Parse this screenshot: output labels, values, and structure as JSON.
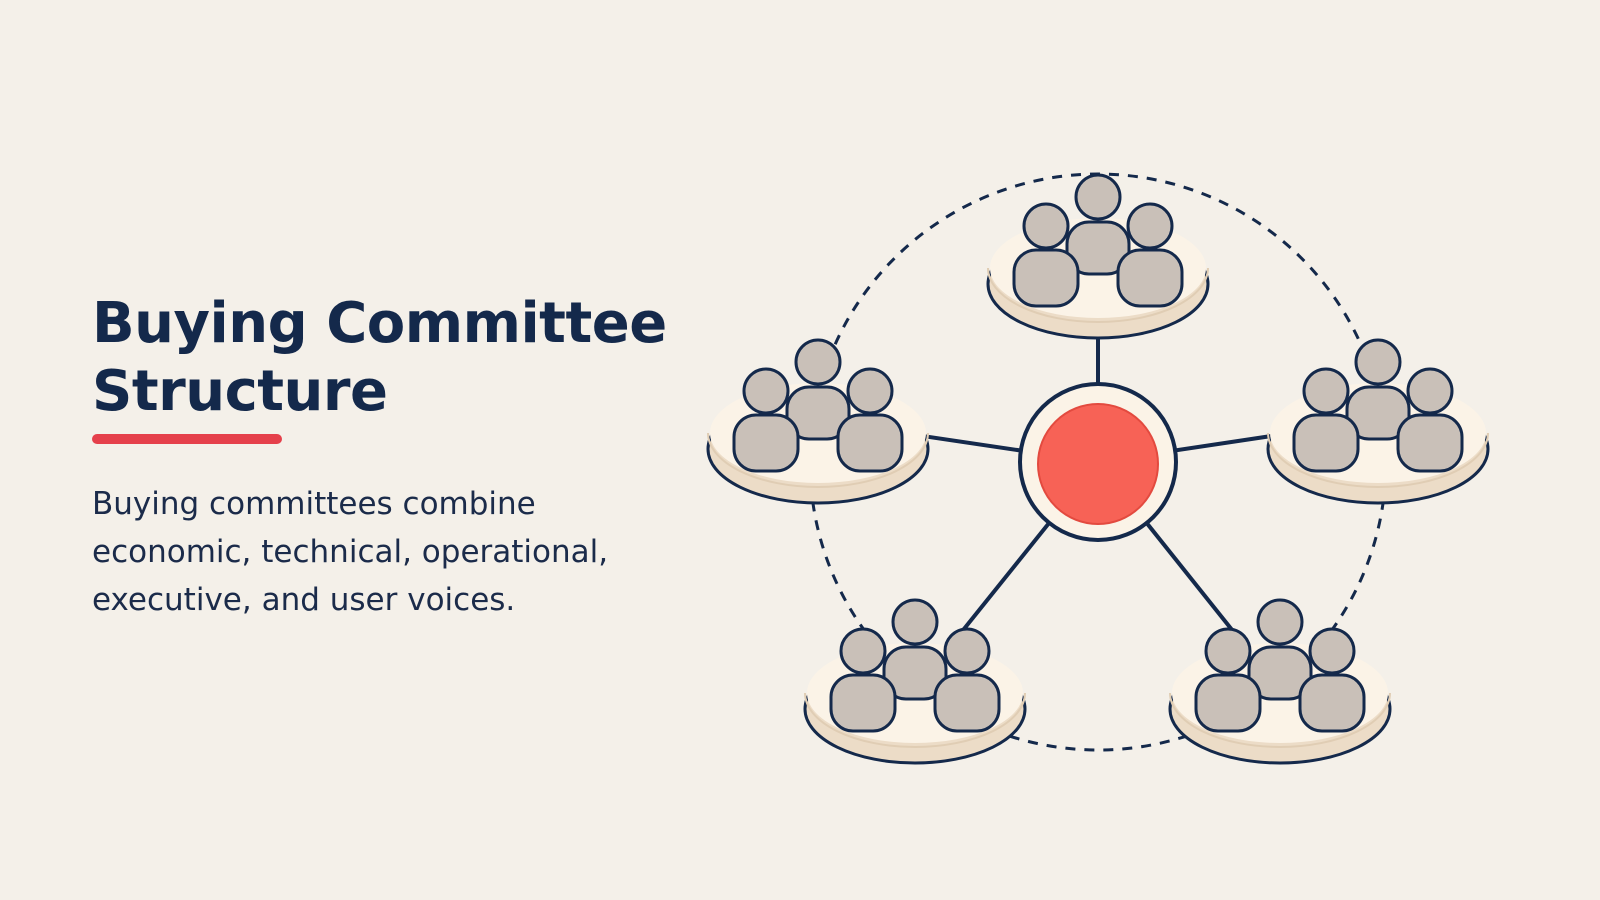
{
  "slide": {
    "title": "Buying Committee Structure",
    "body": "Buying committees combine economic, technical, operational, executive, and user voices."
  },
  "diagram": {
    "groups": [
      "group-top",
      "group-right",
      "group-bottom-right",
      "group-bottom-left",
      "group-left"
    ],
    "people_per_group": 3,
    "icons": [
      "person-group-icon",
      "central-node-icon"
    ],
    "colors": {
      "background": "#f4f0e9",
      "title": "#14294b",
      "accent": "#e5404b",
      "center_node": "#f76256",
      "platform": "#fbf3e7",
      "platform_side": "#ecdcc7",
      "person": "#c9c0b8",
      "outline": "#14294b"
    }
  }
}
